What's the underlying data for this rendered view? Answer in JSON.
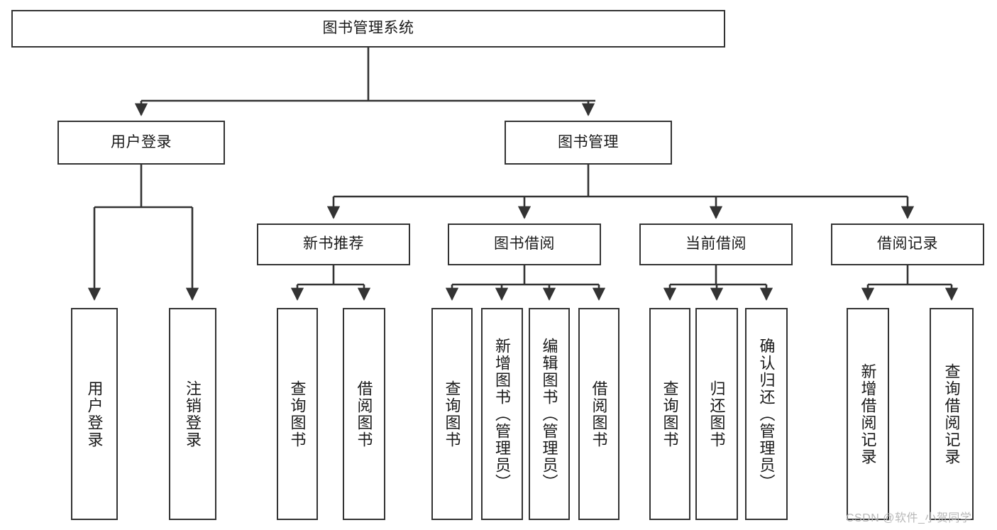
{
  "diagram": {
    "title": "图书管理系统",
    "type": "tree-hierarchy",
    "levels": {
      "root": {
        "label": "图书管理系统"
      },
      "level2": [
        {
          "id": "user-login",
          "label": "用户登录"
        },
        {
          "id": "book-management",
          "label": "图书管理"
        }
      ],
      "level3": [
        {
          "id": "new-book-recommend",
          "label": "新书推荐"
        },
        {
          "id": "book-borrow",
          "label": "图书借阅"
        },
        {
          "id": "current-borrow",
          "label": "当前借阅"
        },
        {
          "id": "borrow-record",
          "label": "借阅记录"
        }
      ],
      "level4": {
        "user-login": [
          {
            "id": "leaf-user-login",
            "label": "用户登录"
          },
          {
            "id": "leaf-user-logout",
            "label": "注销登录"
          }
        ],
        "new-book-recommend": [
          {
            "id": "leaf-query-book-1",
            "label": "查询图书"
          },
          {
            "id": "leaf-borrow-book-1",
            "label": "借阅图书"
          }
        ],
        "book-borrow": [
          {
            "id": "leaf-query-book-2",
            "label": "查询图书"
          },
          {
            "id": "leaf-add-book",
            "label": "新增图书（管理员）"
          },
          {
            "id": "leaf-edit-book",
            "label": "编辑图书（管理员）"
          },
          {
            "id": "leaf-borrow-book-2",
            "label": "借阅图书"
          }
        ],
        "current-borrow": [
          {
            "id": "leaf-query-book-3",
            "label": "查询图书"
          },
          {
            "id": "leaf-return-book",
            "label": "归还图书"
          },
          {
            "id": "leaf-confirm-return",
            "label": "确认归还（管理员）"
          }
        ],
        "borrow-record": [
          {
            "id": "leaf-add-record",
            "label": "新增借阅记录"
          },
          {
            "id": "leaf-query-record",
            "label": "查询借阅记录"
          }
        ]
      }
    },
    "colors": {
      "border": "#333333",
      "background": "#ffffff",
      "text": "#1a1a1a",
      "watermark": "#b8b8b8"
    }
  },
  "watermark": {
    "text": "CSDN @软件_小贺同学"
  }
}
